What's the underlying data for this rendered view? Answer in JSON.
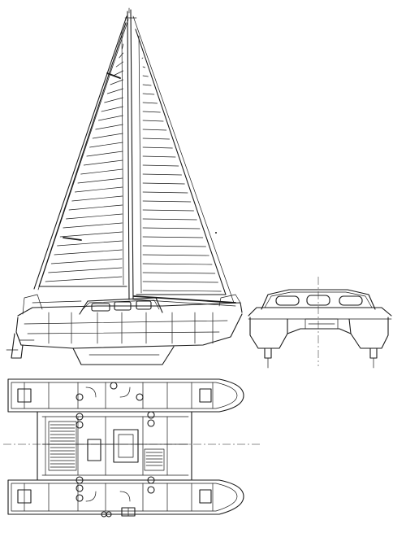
{
  "drawing": {
    "colors": {
      "ink": "#1a1a1a",
      "paper": "#ffffff"
    },
    "views": [
      {
        "id": "sail-plan",
        "description_visible": false
      },
      {
        "id": "end-view",
        "description_visible": false
      },
      {
        "id": "accommodation-plan",
        "description_visible": false
      }
    ]
  }
}
